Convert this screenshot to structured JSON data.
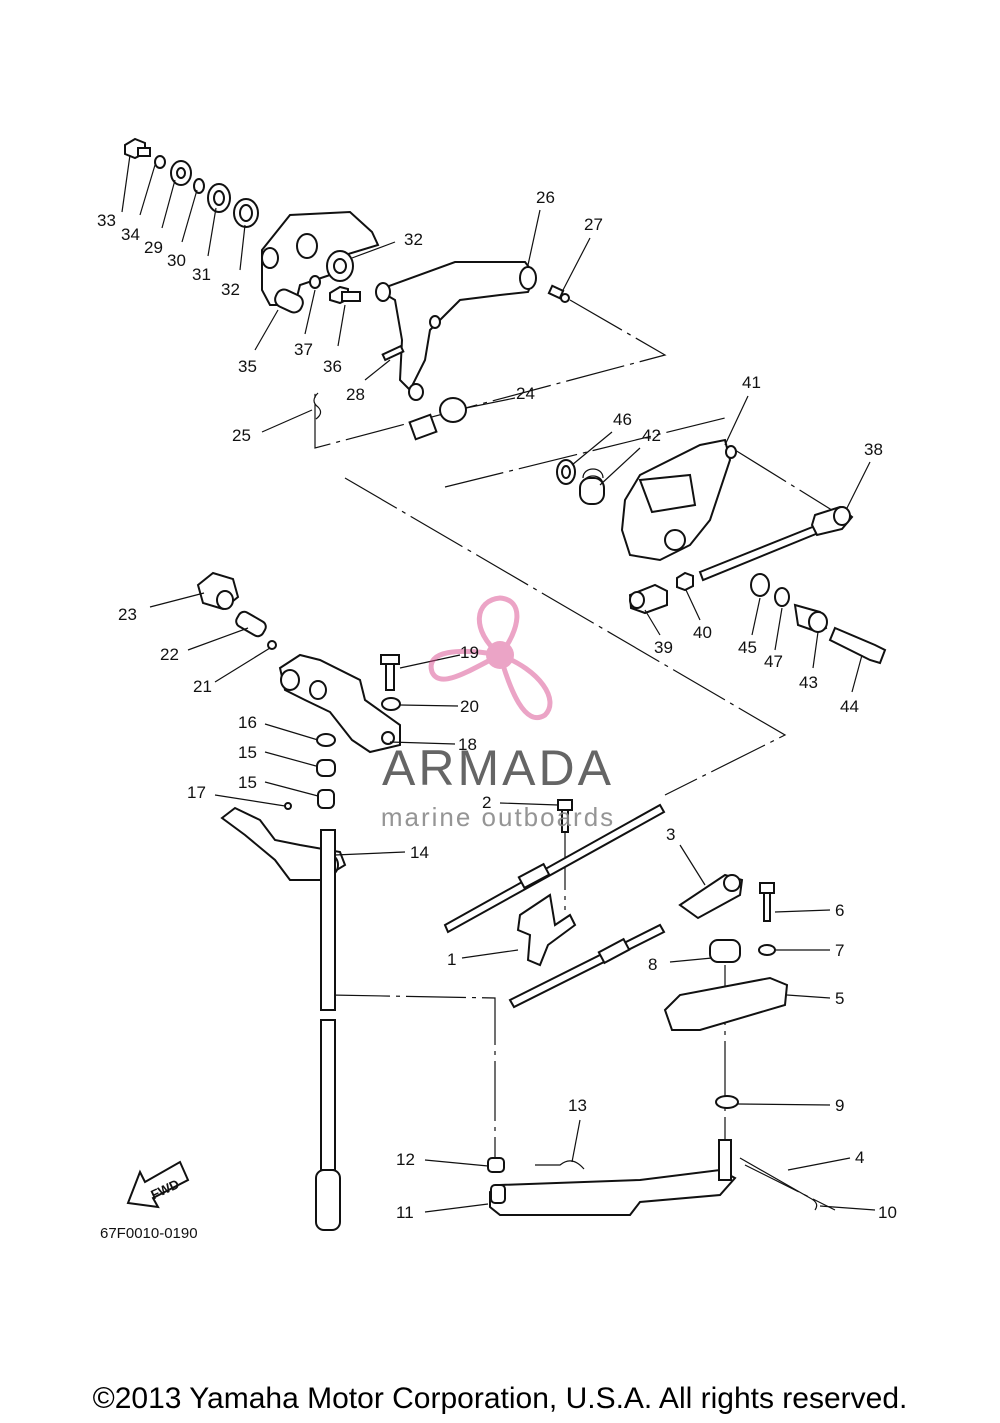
{
  "diagram": {
    "reference_code": "67F0010-0190",
    "copyright": "©2013 Yamaha Motor Corporation, U.S.A. All rights reserved.",
    "direction_marker": "FWD",
    "watermark": {
      "brand": "ARMADA",
      "tagline": "marine outboards",
      "color": "#d8478a"
    },
    "callouts": [
      {
        "id": "33",
        "text": "33"
      },
      {
        "id": "34",
        "text": "34"
      },
      {
        "id": "29",
        "text": "29"
      },
      {
        "id": "30",
        "text": "30"
      },
      {
        "id": "31",
        "text": "31"
      },
      {
        "id": "32a",
        "text": "32"
      },
      {
        "id": "32b",
        "text": "32"
      },
      {
        "id": "35",
        "text": "35"
      },
      {
        "id": "37",
        "text": "37"
      },
      {
        "id": "36",
        "text": "36"
      },
      {
        "id": "26",
        "text": "26"
      },
      {
        "id": "27",
        "text": "27"
      },
      {
        "id": "28",
        "text": "28"
      },
      {
        "id": "24",
        "text": "24"
      },
      {
        "id": "25",
        "text": "25"
      },
      {
        "id": "41",
        "text": "41"
      },
      {
        "id": "46",
        "text": "46"
      },
      {
        "id": "42",
        "text": "42"
      },
      {
        "id": "38",
        "text": "38"
      },
      {
        "id": "39",
        "text": "39"
      },
      {
        "id": "40",
        "text": "40"
      },
      {
        "id": "45",
        "text": "45"
      },
      {
        "id": "47",
        "text": "47"
      },
      {
        "id": "43",
        "text": "43"
      },
      {
        "id": "44",
        "text": "44"
      },
      {
        "id": "23",
        "text": "23"
      },
      {
        "id": "22",
        "text": "22"
      },
      {
        "id": "21",
        "text": "21"
      },
      {
        "id": "19",
        "text": "19"
      },
      {
        "id": "20",
        "text": "20"
      },
      {
        "id": "18",
        "text": "18"
      },
      {
        "id": "16",
        "text": "16"
      },
      {
        "id": "15a",
        "text": "15"
      },
      {
        "id": "15b",
        "text": "15"
      },
      {
        "id": "17",
        "text": "17"
      },
      {
        "id": "14",
        "text": "14"
      },
      {
        "id": "2",
        "text": "2"
      },
      {
        "id": "3",
        "text": "3"
      },
      {
        "id": "6",
        "text": "6"
      },
      {
        "id": "7",
        "text": "7"
      },
      {
        "id": "8",
        "text": "8"
      },
      {
        "id": "5",
        "text": "5"
      },
      {
        "id": "1",
        "text": "1"
      },
      {
        "id": "9",
        "text": "9"
      },
      {
        "id": "13",
        "text": "13"
      },
      {
        "id": "12",
        "text": "12"
      },
      {
        "id": "4",
        "text": "4"
      },
      {
        "id": "11",
        "text": "11"
      },
      {
        "id": "10",
        "text": "10"
      }
    ]
  }
}
